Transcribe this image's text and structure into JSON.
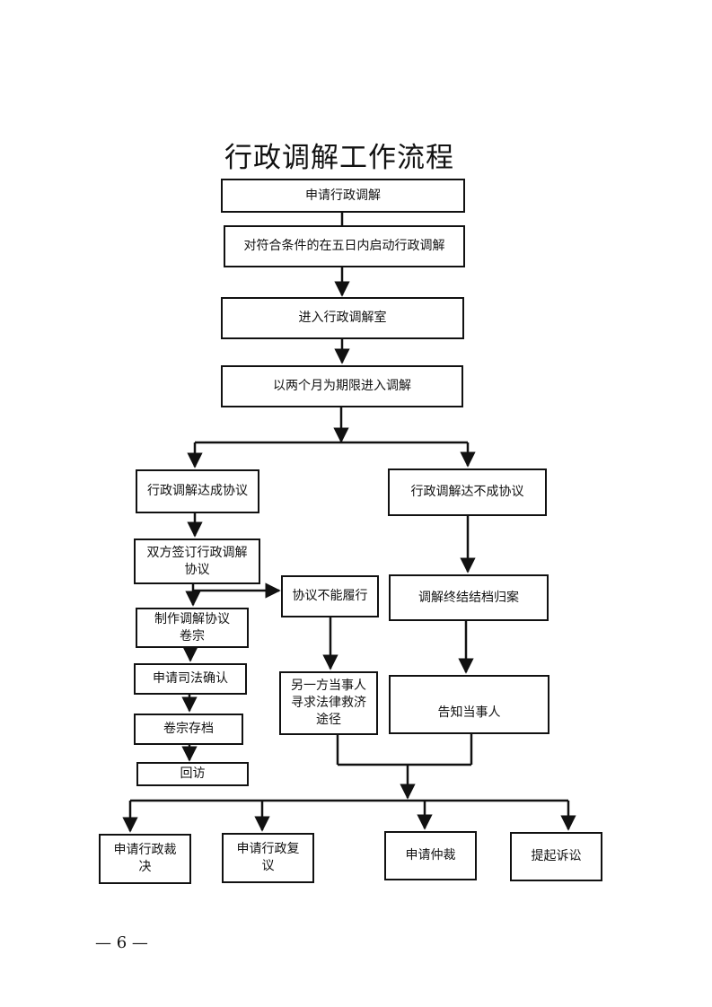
{
  "title": "行政调解工作流程",
  "steps": {
    "apply": "申请行政调解",
    "start": "对符合条件的在五日内启动行政调解",
    "enter_room": "进入行政调解室",
    "two_months": "以两个月为期限进入调解",
    "agreement": "行政调解达成协议",
    "no_agreement": "行政调解达不成协议",
    "sign": "双方签订行政调解\n协议",
    "not_performed": "协议不能履行",
    "end_archive": "调解终结结档归案",
    "make_file": "制作调解协议\n卷宗",
    "other_party": "另一方当事人\n寻求法律救济\n途径",
    "judicial": "申请司法确认",
    "notify": "告知当事人",
    "archive": "卷宗存档",
    "revisit": "回访"
  },
  "outcomes": {
    "ruling": "申请行政裁\n决",
    "review": "申请行政复\n议",
    "arbitration": "申请仲裁",
    "lawsuit": "提起诉讼"
  },
  "footer": "— 6 —"
}
